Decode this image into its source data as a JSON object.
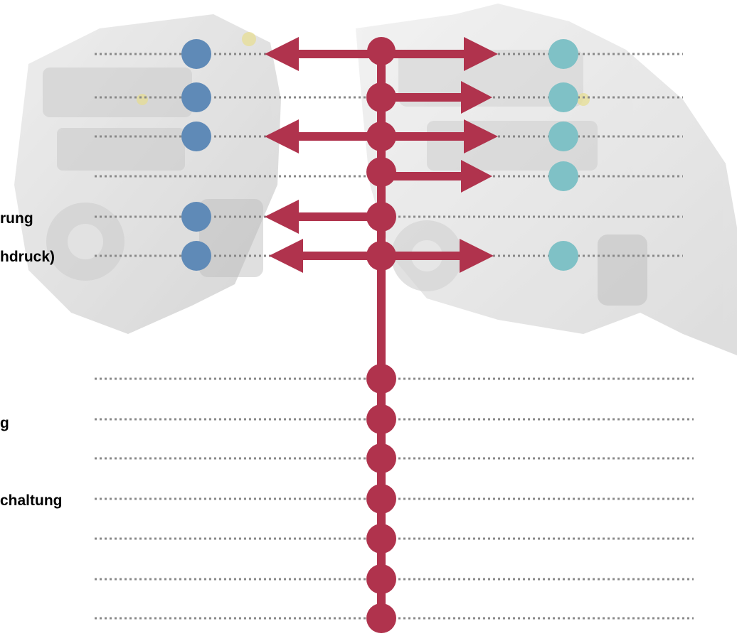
{
  "labels": {
    "row5": "rung",
    "row6": "hdruck)",
    "row8": "g",
    "row10": "chaltung"
  },
  "colors": {
    "axis": "#b0334d",
    "left_dot": "#5f8ab7",
    "right_dot": "#7fc1c6",
    "dotted_line": "#888888",
    "engine_left": "#d8d8d8",
    "engine_right": "#e2e2e2"
  },
  "icons": [
    "engine-left-image",
    "engine-right-image"
  ]
}
